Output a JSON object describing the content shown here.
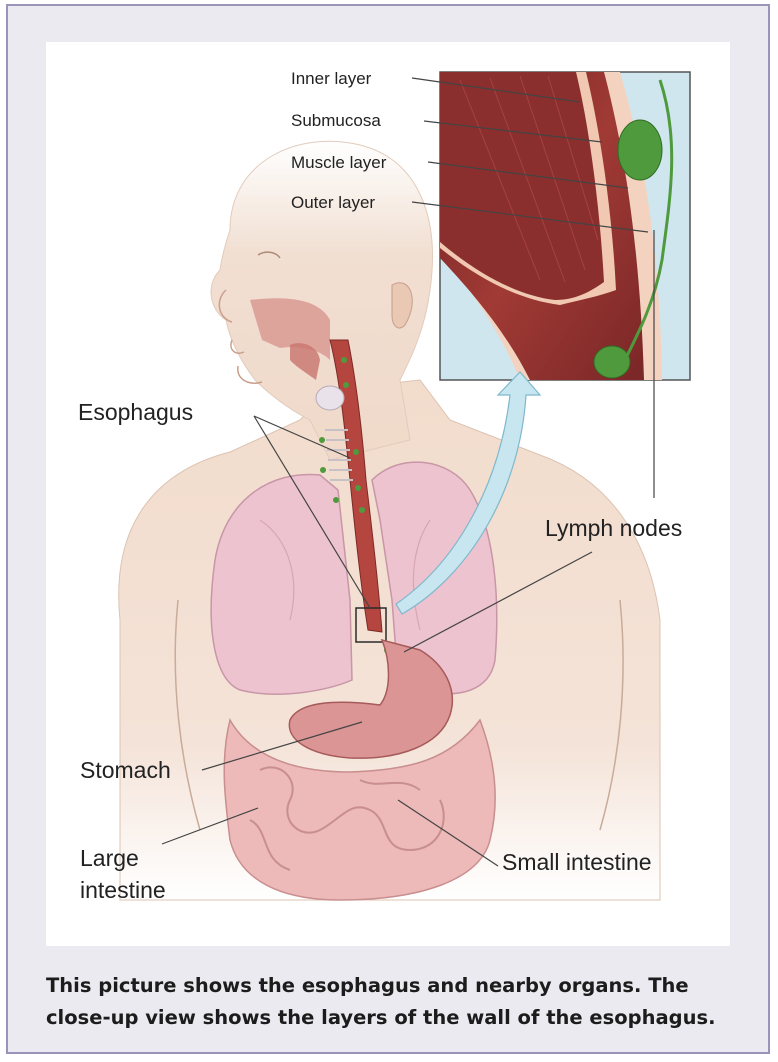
{
  "labels": {
    "inner_layer": "Inner layer",
    "submucosa": "Submucosa",
    "muscle_layer": "Muscle layer",
    "outer_layer": "Outer layer",
    "esophagus": "Esophagus",
    "lymph_nodes": "Lymph nodes",
    "stomach": "Stomach",
    "large_intestine_line1": "Large",
    "large_intestine_line2": "intestine",
    "small_intestine": "Small intestine"
  },
  "caption": "This picture shows the esophagus and nearby organs. The close-up view shows the layers of the wall of the esophagus.",
  "colors": {
    "frame_border": "#9b93ba",
    "frame_background": "#eceaf1",
    "inset_background": "#cfe6ef",
    "esophagus_muscle": "#8a2f2d",
    "lung_pink": "#edc3d0",
    "lymph_green": "#4f9a3d",
    "skin": "#f1dccd"
  }
}
